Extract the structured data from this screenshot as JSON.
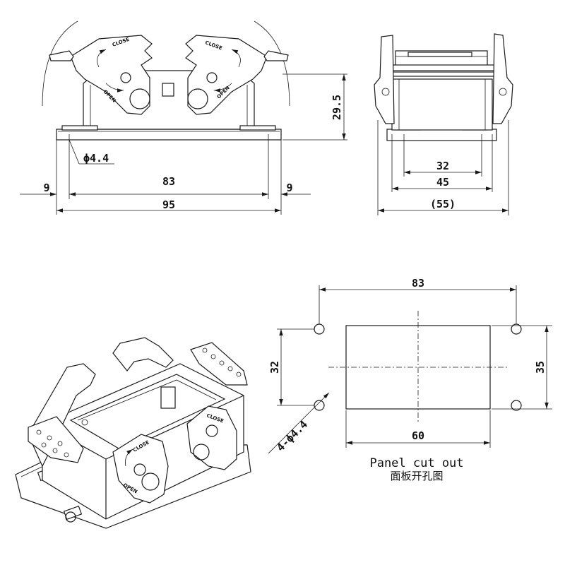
{
  "front_view": {
    "dim_height": "29.5",
    "dim_hole": "ϕ4.4",
    "dim_left_margin": "9",
    "dim_hole_spacing": "83",
    "dim_right_margin": "9",
    "dim_total_width": "95",
    "label_close": "CLOSE",
    "label_open": "OPEN"
  },
  "side_view": {
    "dim_inner": "32",
    "dim_middle": "45",
    "dim_outer": "(55)"
  },
  "iso_view": {
    "label_close": "CLOSE",
    "label_open": "OPEN"
  },
  "panel_cutout": {
    "dim_hole_spacing": "83",
    "dim_hole_vertical": "32",
    "dim_holes": "4-ϕ4.4",
    "dim_cutout_width": "60",
    "dim_cutout_height": "35",
    "caption_en": "Panel cut out",
    "caption_zh": "面板开孔图"
  }
}
